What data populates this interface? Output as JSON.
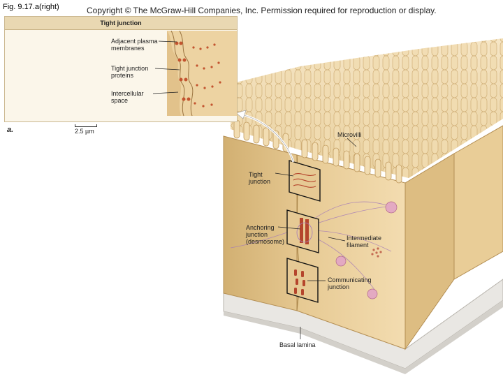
{
  "header": {
    "figure_tag": "Fig. 9.17.a(right)",
    "copyright": "Copyright © The McGraw-Hill Companies, Inc. Permission required for reproduction or display."
  },
  "inset": {
    "title": "Tight junction",
    "labels": {
      "membranes_1": "Adjacent plasma",
      "membranes_2": "membranes",
      "proteins_1": "Tight junction",
      "proteins_2": "proteins",
      "space_1": "Intercellular",
      "space_2": "space"
    },
    "panel_letter": "a.",
    "scale": "2.5 µm"
  },
  "diagram": {
    "microvilli": "Microvilli",
    "tight_1": "Tight",
    "tight_2": "junction",
    "anchoring_1": "Anchoring",
    "anchoring_2": "junction",
    "anchoring_3": "(desmosome)",
    "intermediate_1": "Intermediate",
    "intermediate_2": "filament",
    "communicating_1": "Communicating",
    "communicating_2": "junction",
    "basal": "Basal lamina"
  },
  "colors": {
    "cell_front": "#efd7a5",
    "cell_side": "#d9b97c",
    "microvilli_fill": "#ecd4a0",
    "junction_red": "#b5452c",
    "membrane_purple": "#a47ab8",
    "basal_lamina": "#e8e6e2"
  }
}
